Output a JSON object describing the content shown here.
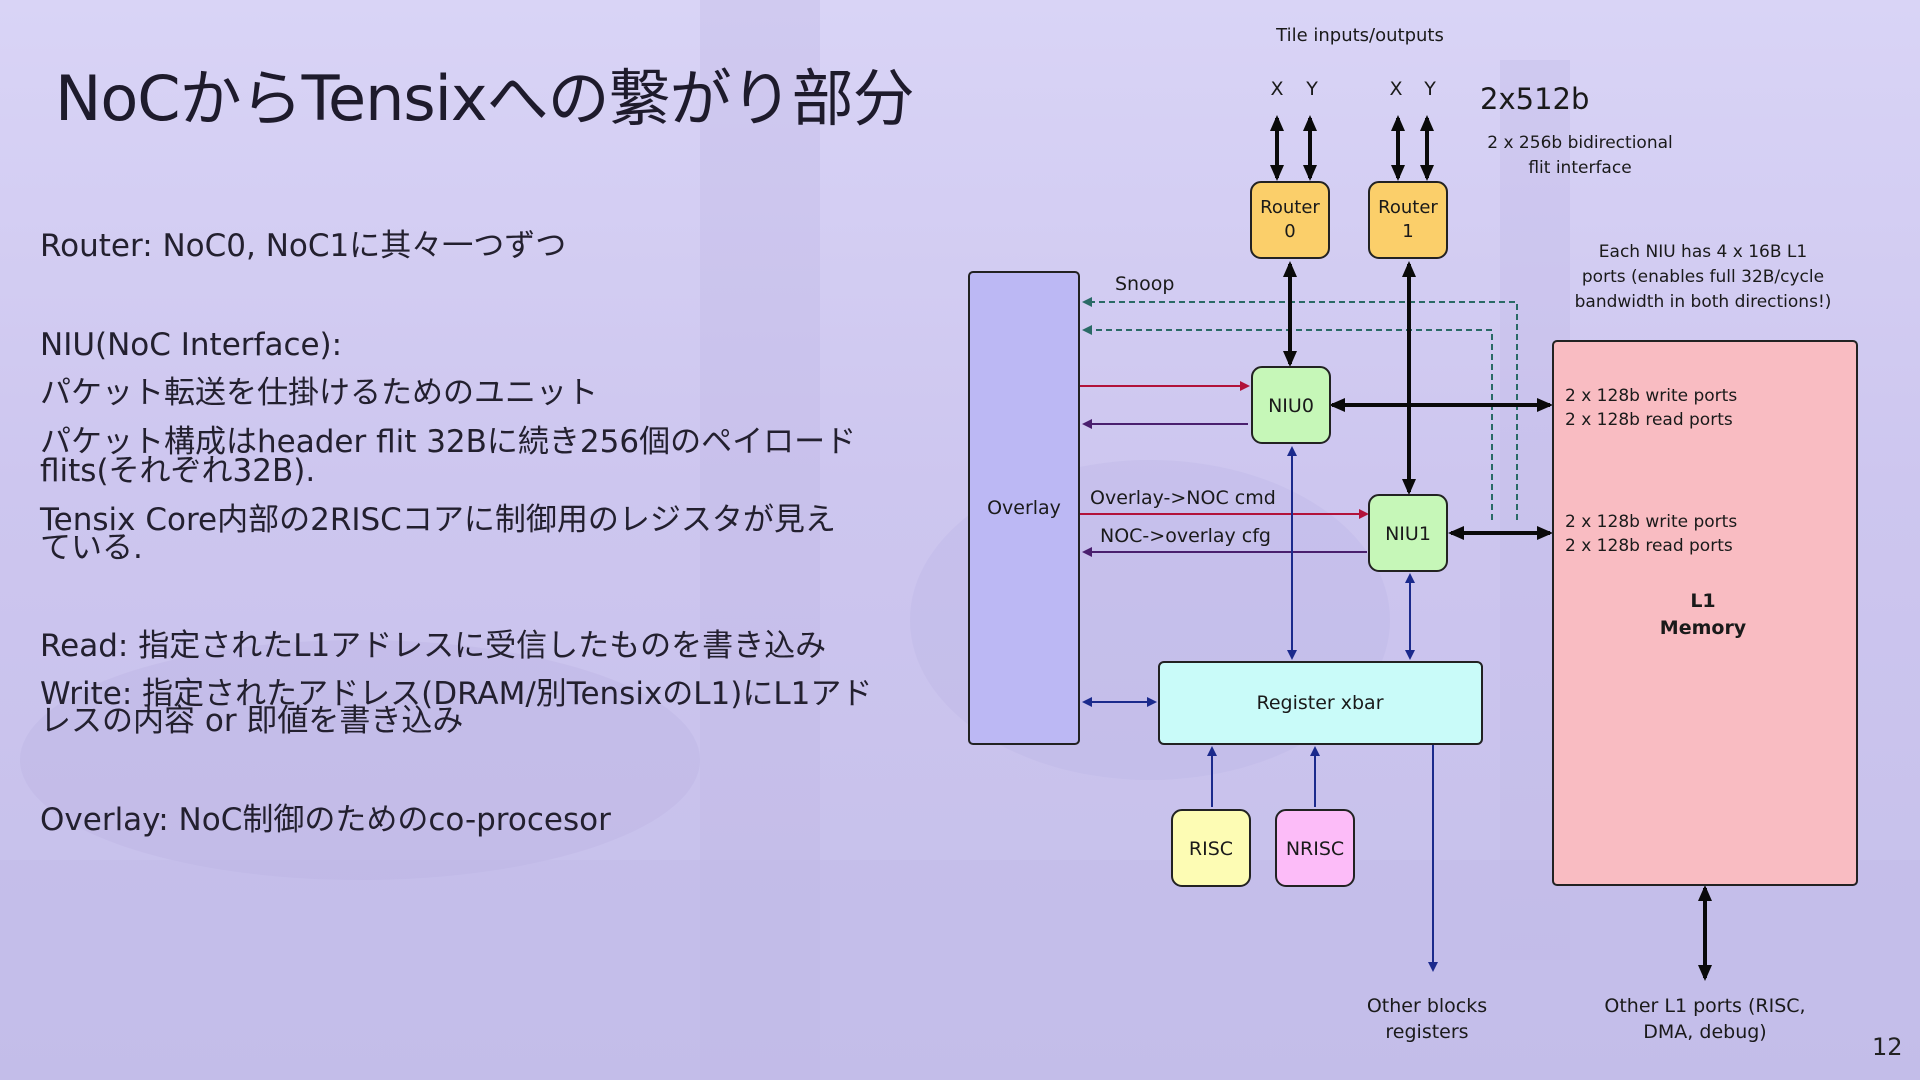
{
  "slide": {
    "title": "NoCからTensixへの繋がり部分",
    "page_number": "12",
    "bullets": [
      "Router: NoC0, NoC1に其々一つずつ",
      "NIU(NoC Interface):",
      "パケット転送を仕掛けるためのユニット",
      "パケット構成はheader flit 32Bに続き256個のペイロード",
      "flits(それぞれ32B).",
      "Tensix Core内部の2RISCコアに制御用のレジスタが見え",
      "ている.",
      "Read: 指定されたL1アドレスに受信したものを書き込み",
      "Write: 指定されたアドレス(DRAM/別TensixのL1)にL1アド",
      "レスの内容 or 即値を書き込み",
      "Overlay: NoC制御のためのco-procesor"
    ]
  },
  "diagram": {
    "tile_io_label": "Tile inputs/outputs",
    "port_x": "X",
    "port_y": "Y",
    "bus_width": "2x512b",
    "bus_note_1": "2 x 256b bidirectional",
    "bus_note_2": "flit interface",
    "niu_note_1": "Each NIU has 4 x 16B L1",
    "niu_note_2": "ports (enables full 32B/cycle",
    "niu_note_3": "bandwidth in both directions!)",
    "router0_line1": "Router",
    "router0_line2": "0",
    "router1_line1": "Router",
    "router1_line2": "1",
    "niu0": "NIU0",
    "niu1": "NIU1",
    "overlay": "Overlay",
    "snoop": "Snoop",
    "overlay_to_noc": "Overlay->NOC cmd",
    "noc_to_overlay": "NOC->overlay cfg",
    "register_xbar": "Register xbar",
    "risc": "RISC",
    "nrisc": "NRISC",
    "l1_ports_1a": "2 x 128b write ports",
    "l1_ports_1b": "2 x 128b read ports",
    "l1_ports_2a": "2 x 128b write ports",
    "l1_ports_2b": "2 x 128b read ports",
    "l1_line1": "L1",
    "l1_line2": "Memory",
    "other_blocks_1": "Other blocks",
    "other_blocks_2": "registers",
    "other_l1_1": "Other L1 ports (RISC,",
    "other_l1_2": "DMA, debug)"
  },
  "colors": {
    "router": "#fbcf6a",
    "niu": "#c6f7b8",
    "overlay": "#bcb8f4",
    "register_xbar": "#c9fbf9",
    "risc": "#fdfcb4",
    "nrisc": "#fcbcf8",
    "l1_memory": "#f9bcc2",
    "noc_arrow": "#0a0a0a",
    "blue_arrow": "#1b2a8c",
    "red_arrow": "#b2123a",
    "purple_arrow": "#4a1f6e",
    "snoop_line": "#2a6a66"
  }
}
